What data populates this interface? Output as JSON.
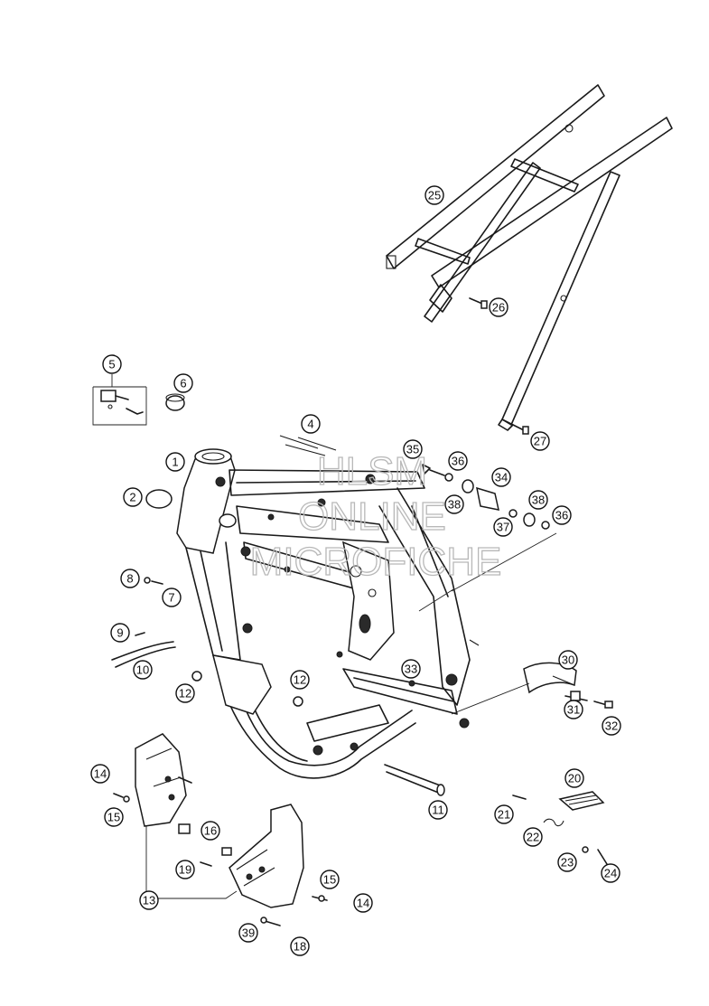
{
  "watermark": {
    "line1": "HLSM",
    "line2": "ONLINE",
    "line3": "MICROFICHE"
  },
  "callouts": [
    {
      "id": "c1",
      "label": "1"
    },
    {
      "id": "c2",
      "label": "2"
    },
    {
      "id": "c4",
      "label": "4"
    },
    {
      "id": "c5",
      "label": "5"
    },
    {
      "id": "c6",
      "label": "6"
    },
    {
      "id": "c7",
      "label": "7"
    },
    {
      "id": "c8",
      "label": "8"
    },
    {
      "id": "c9",
      "label": "9"
    },
    {
      "id": "c10",
      "label": "10"
    },
    {
      "id": "c11",
      "label": "11"
    },
    {
      "id": "c12a",
      "label": "12"
    },
    {
      "id": "c12b",
      "label": "12"
    },
    {
      "id": "c13",
      "label": "13"
    },
    {
      "id": "c14a",
      "label": "14"
    },
    {
      "id": "c14b",
      "label": "14"
    },
    {
      "id": "c15a",
      "label": "15"
    },
    {
      "id": "c15b",
      "label": "15"
    },
    {
      "id": "c16",
      "label": "16"
    },
    {
      "id": "c18",
      "label": "18"
    },
    {
      "id": "c19",
      "label": "19"
    },
    {
      "id": "c20",
      "label": "20"
    },
    {
      "id": "c21",
      "label": "21"
    },
    {
      "id": "c22",
      "label": "22"
    },
    {
      "id": "c23",
      "label": "23"
    },
    {
      "id": "c24",
      "label": "24"
    },
    {
      "id": "c25",
      "label": "25"
    },
    {
      "id": "c26",
      "label": "26"
    },
    {
      "id": "c27",
      "label": "27"
    },
    {
      "id": "c30",
      "label": "30"
    },
    {
      "id": "c31",
      "label": "31"
    },
    {
      "id": "c32",
      "label": "32"
    },
    {
      "id": "c33",
      "label": "33"
    },
    {
      "id": "c34",
      "label": "34"
    },
    {
      "id": "c35",
      "label": "35"
    },
    {
      "id": "c36a",
      "label": "36"
    },
    {
      "id": "c36b",
      "label": "36"
    },
    {
      "id": "c37",
      "label": "37"
    },
    {
      "id": "c38a",
      "label": "38"
    },
    {
      "id": "c38b",
      "label": "38"
    },
    {
      "id": "c39",
      "label": "39"
    }
  ]
}
